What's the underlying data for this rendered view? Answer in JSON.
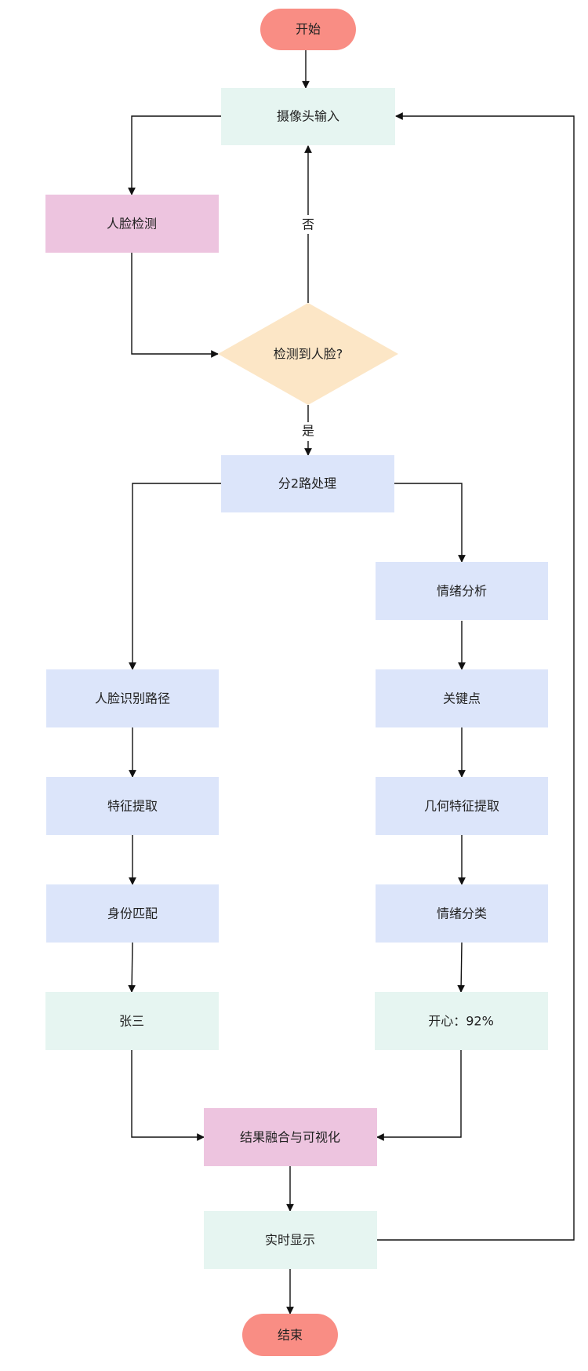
{
  "colors": {
    "terminal": "#F98D84",
    "io": "#E6F5F1",
    "decision": "#FCE6C6",
    "process": "#DCE5FA",
    "highlight": "#EDC4DF",
    "edge": "#111111",
    "text": "#222222"
  },
  "nodes": {
    "start": {
      "label": "开始"
    },
    "camera": {
      "label": "摄像头输入"
    },
    "face_detect": {
      "label": "人脸检测"
    },
    "decision": {
      "label": "检测到人脸?"
    },
    "split": {
      "label": "分2路处理"
    },
    "emotion": {
      "label": "情绪分析"
    },
    "face_path": {
      "label": "人脸识别路径"
    },
    "keypoints": {
      "label": "关键点"
    },
    "feature": {
      "label": "特征提取"
    },
    "geo_feature": {
      "label": "几何特征提取"
    },
    "identity": {
      "label": "身份匹配"
    },
    "emotion_class": {
      "label": "情绪分类"
    },
    "name_result": {
      "label": "张三"
    },
    "emotion_result": {
      "label": "开心：92%"
    },
    "fusion": {
      "label": "结果融合与可视化"
    },
    "display": {
      "label": "实时显示"
    },
    "end": {
      "label": "结束"
    }
  },
  "edges": {
    "no_label": "否",
    "yes_label": "是"
  }
}
